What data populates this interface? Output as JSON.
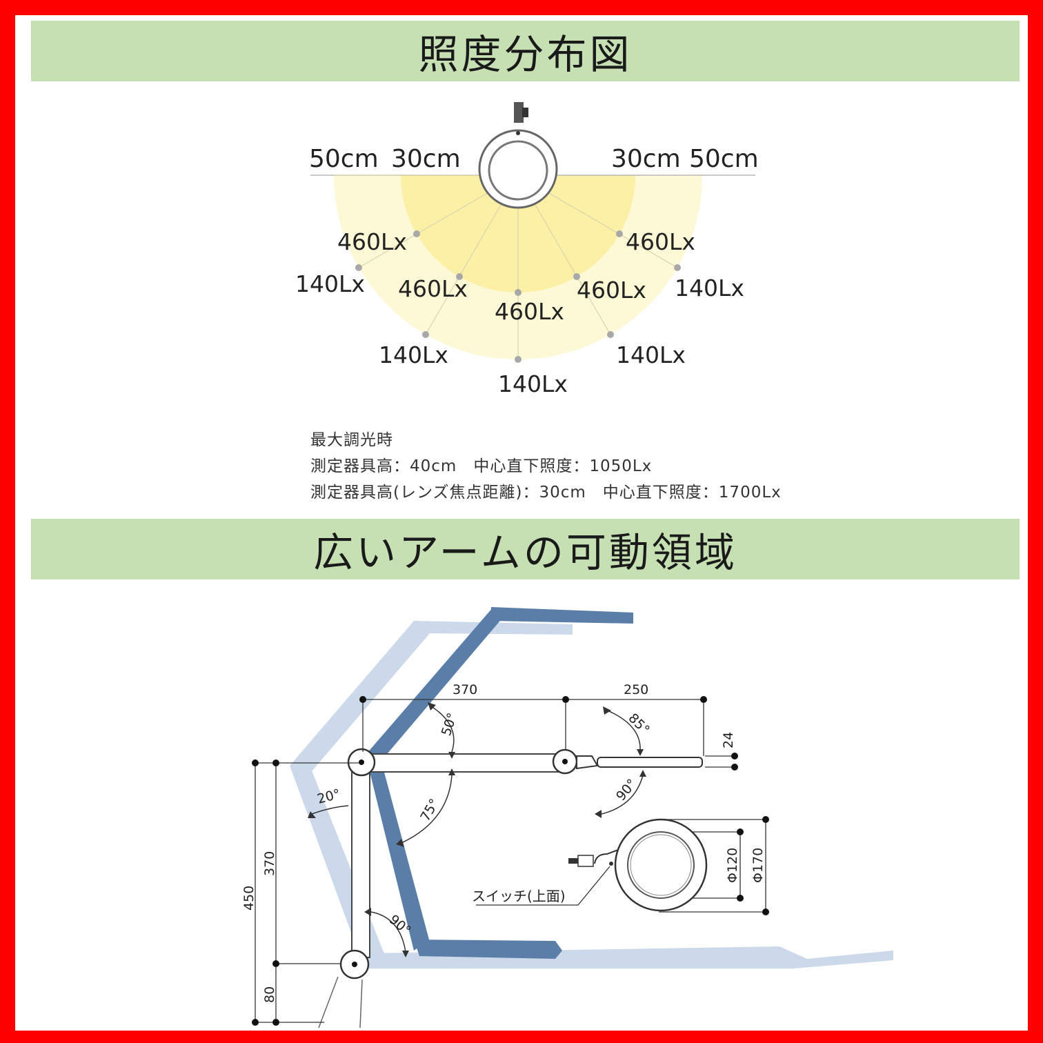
{
  "section1": {
    "title": "照度分布図",
    "distances": {
      "left_outer": "50cm",
      "left_inner": "30cm",
      "right_inner": "30cm",
      "right_outer": "50cm"
    },
    "inner_ring_labels": [
      "460Lx",
      "460Lx",
      "460Lx",
      "460Lx",
      "460Lx"
    ],
    "outer_ring_labels": [
      "140Lx",
      "140Lx",
      "140Lx",
      "140Lx",
      "140Lx"
    ],
    "notes": {
      "line1": "最大調光時",
      "line2": "測定器具高：40cm　中心直下照度：1050Lx",
      "line3": "測定器具高(レンズ焦点距離)：30cm　中心直下照度：1700Lx"
    },
    "colors": {
      "inner_zone": "#fbf0a6",
      "outer_zone": "#fdf8d6"
    }
  },
  "section2": {
    "title": "広いアームの可動領域",
    "dimensions": {
      "upper_arm": "370",
      "head_arm": "250",
      "lens_thickness": "24",
      "pole_upper": "370",
      "pole_total": "450",
      "base": "80",
      "inner_lens": "Φ120",
      "outer_lens": "Φ170"
    },
    "angles": {
      "a50": "50°",
      "a85": "85°",
      "a20": "20°",
      "a75": "75°",
      "a90_head": "90°",
      "a90_lower": "90°"
    },
    "switch_label": "スイッチ(上面)",
    "colors": {
      "arm_dark": "#5d7fa8",
      "arm_light": "#c8d6e8",
      "arm_mid": "#9fb6d3"
    }
  }
}
